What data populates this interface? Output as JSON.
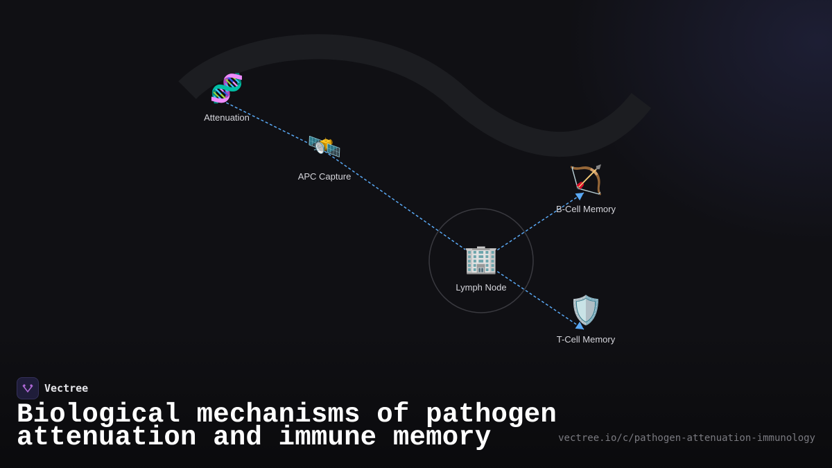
{
  "diagram": {
    "nodes": [
      {
        "id": "attenuation",
        "label": "Attenuation",
        "icon": "dna-icon",
        "glyph": "🧬"
      },
      {
        "id": "apc",
        "label": "APC Capture",
        "icon": "satellite-icon",
        "glyph": "🛰️"
      },
      {
        "id": "lymph",
        "label": "Lymph Node",
        "icon": "office-building-icon",
        "glyph": "🏢"
      },
      {
        "id": "bcell",
        "label": "B-Cell Memory",
        "icon": "bow-and-arrow-icon",
        "glyph": "🏹"
      },
      {
        "id": "tcell",
        "label": "T-Cell Memory",
        "icon": "shield-icon",
        "glyph": "🛡️"
      }
    ],
    "edges": [
      {
        "from": "attenuation",
        "to": "apc",
        "style": "dashed"
      },
      {
        "from": "apc",
        "to": "lymph",
        "style": "dashed"
      },
      {
        "from": "lymph",
        "to": "bcell",
        "style": "dashed",
        "arrow": true
      },
      {
        "from": "lymph",
        "to": "tcell",
        "style": "dashed",
        "arrow": true
      }
    ],
    "hub": "lymph",
    "edge_color": "#5aa9f5"
  },
  "brand": {
    "name": "Vectree",
    "logo_icon": "vectree-logo-icon",
    "accent": "#b06ad8"
  },
  "title": "Biological mechanisms of pathogen attenuation and immune memory",
  "url": "vectree.io/c/pathogen-attenuation-immunology",
  "colors": {
    "background": "#101014",
    "text": "#ffffff",
    "muted": "#7a7a80"
  }
}
